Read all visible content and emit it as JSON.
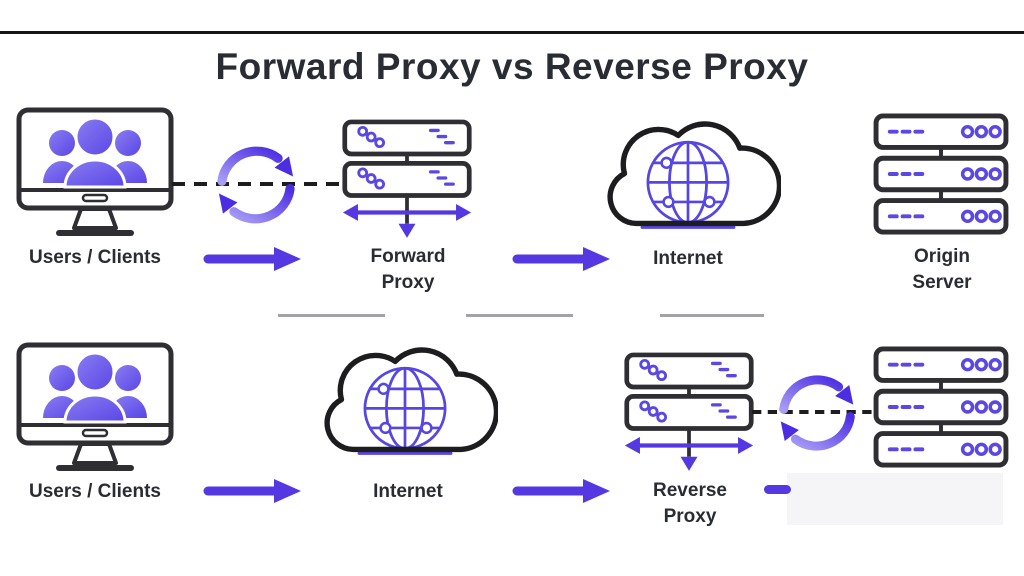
{
  "title": "Forward Proxy vs Reverse Proxy",
  "top_row": {
    "users_label": "Users / Clients",
    "proxy_label": "Forward Proxy",
    "internet_label": "Internet",
    "origin_label": "Origin Server"
  },
  "bottom_row": {
    "users_label": "Users / Clients",
    "internet_label": "Internet",
    "proxy_label": "Reverse Proxy"
  },
  "colors": {
    "accent": "#5638e2",
    "accent_light": "#978af4",
    "outline": "#2e2e33",
    "label_text": "#2a2c33",
    "divider": "#a2a2a8",
    "top_rule": "#161616",
    "patch": "#f5f5f8"
  },
  "icons": {
    "users": "monitor-users-icon",
    "forward_proxy": "proxy-server-stack-icon",
    "reverse_proxy": "proxy-server-stack-icon",
    "internet": "cloud-globe-icon",
    "origin_server": "server-stack-icon",
    "sync": "sync-arrows-icon",
    "flow": "flow-arrow-icon",
    "link": "dashed-link-line"
  }
}
